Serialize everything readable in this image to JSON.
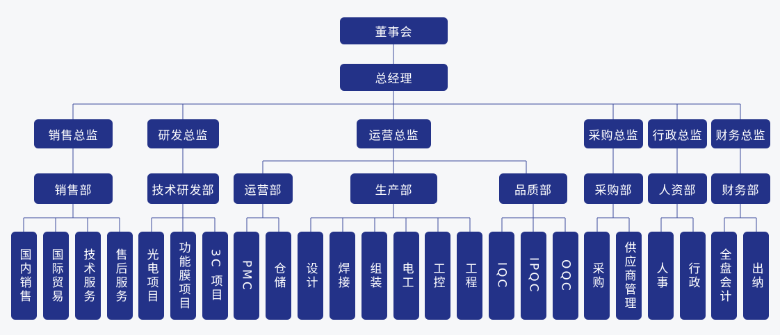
{
  "org_chart": {
    "board": "董事会",
    "gm": "总经理",
    "directors": [
      "销售总监",
      "研发总监",
      "运营总监",
      "采购总监",
      "行政总监",
      "财务总监"
    ],
    "departments": [
      "销售部",
      "技术研发部",
      "运营部",
      "生产部",
      "品质部",
      "采购部",
      "人资部",
      "财务部"
    ],
    "units": [
      "国内销售",
      "国际贸易",
      "技术服务",
      "售后服务",
      "光电项目",
      "功能膜项目",
      "3C 项目",
      "PMC",
      "仓储",
      "设计",
      "焊接",
      "组装",
      "电工",
      "工控",
      "工程",
      "IQC",
      "IPQC",
      "OQC",
      "采购",
      "供应商管理",
      "人事",
      "行政",
      "全盘会计",
      "出纳"
    ]
  },
  "colors": {
    "node": "#233288",
    "line": "#3a4a9a",
    "background": "#f6f7f9"
  }
}
